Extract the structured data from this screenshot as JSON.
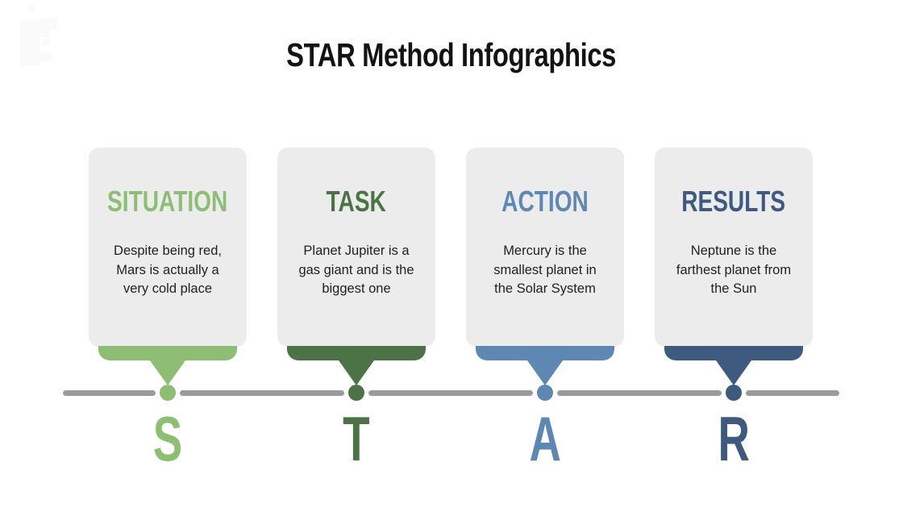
{
  "title": "STAR Method Infographics",
  "steps": [
    {
      "heading": "SITUATION",
      "body": "Despite being red,\nMars is actually a\nvery cold place",
      "letter": "S",
      "color": "#8DBE73"
    },
    {
      "heading": "TASK",
      "body": "Planet Jupiter is a\ngas giant and is the\nbiggest one",
      "letter": "T",
      "color": "#4C7345"
    },
    {
      "heading": "ACTION",
      "body": "Mercury is the\nsmallest planet in\nthe Solar System",
      "letter": "A",
      "color": "#5E88B3"
    },
    {
      "heading": "RESULTS",
      "body": "Neptune is the\nfarthest planet from\nthe Sun",
      "letter": "R",
      "color": "#3E5A7E"
    }
  ],
  "colors": {
    "card_background": "#ECECEC",
    "timeline": "#9B9B9B",
    "title_text": "#131313",
    "body_text": "#212121"
  }
}
